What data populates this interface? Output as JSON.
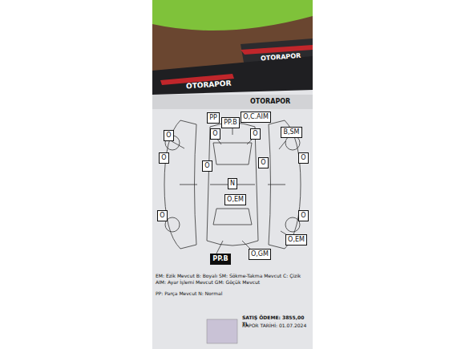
{
  "diagram": {
    "nodes": [
      {
        "text": [
          "PP"
        ]
      },
      {
        "text": [
          "PP.B"
        ]
      },
      {
        "text": [
          "O,C.AIM"
        ]
      },
      {
        "text": [
          "B,SM"
        ]
      },
      {
        "text": [
          "O"
        ]
      },
      {
        "text": [
          "O"
        ]
      },
      {
        "text": [
          "O"
        ]
      },
      {
        "text": [
          "O"
        ]
      },
      {
        "text": [
          "O"
        ]
      },
      {
        "text": [
          "O"
        ]
      },
      {
        "text": [
          "O"
        ]
      },
      {
        "text": [
          "N"
        ]
      },
      {
        "text": [
          "O,EM"
        ]
      },
      {
        "text": [
          "O"
        ]
      },
      {
        "text": [
          "O"
        ]
      },
      {
        "text": [
          "O,EM"
        ]
      },
      {
        "text": [
          "O,GM"
        ]
      },
      {
        "text": [
          "PP.B"
        ]
      }
    ],
    "labels": [
      "OTORAPOR",
      "OTORAPOR",
      "OTORAPOR",
      "EM: Ezik Mevcut B: Boyalı SM: Sökme-Takma Mevcut C: Çizik AIM: Ayar İşlemi Mevcut GM: Göçük Mevcut",
      "PP: Parça Mevcut N: Normal",
      "SATIŞ ÖDEME: 3855,00 TL",
      "RAPOR TARİHİ: 01.07.2024"
    ]
  }
}
